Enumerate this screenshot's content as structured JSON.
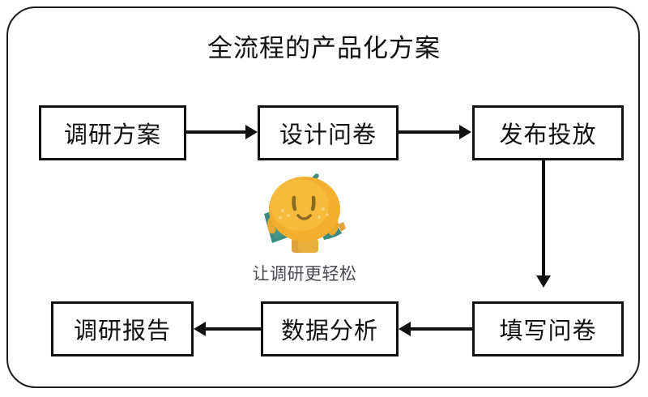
{
  "diagram": {
    "title": "全流程的产品化方案",
    "nodes": [
      {
        "id": "node-0",
        "label": "调研方案"
      },
      {
        "id": "node-1",
        "label": "设计问卷"
      },
      {
        "id": "node-2",
        "label": "发布投放"
      },
      {
        "id": "node-3",
        "label": "调研报告"
      },
      {
        "id": "node-4",
        "label": "数据分析"
      },
      {
        "id": "node-5",
        "label": "填写问卷"
      }
    ],
    "connectors": [
      {
        "from": "调研方案",
        "to": "设计问卷",
        "direction": "right"
      },
      {
        "from": "设计问卷",
        "to": "发布投放",
        "direction": "right"
      },
      {
        "from": "发布投放",
        "to": "填写问卷",
        "direction": "down"
      },
      {
        "from": "填写问卷",
        "to": "数据分析",
        "direction": "left"
      },
      {
        "from": "数据分析",
        "to": "调研报告",
        "direction": "left"
      }
    ]
  },
  "logo": {
    "icon_name": "orange-mascot-icon",
    "caption": "让调研更轻松"
  },
  "colors": {
    "frame_border": "#1c1c1c",
    "node_border": "#111111",
    "title_text": "#111111",
    "caption_text": "#4a4a52",
    "mascot_body": "#F2B02E",
    "mascot_body_light": "#F8C44A",
    "mascot_limbs": "#E0A23A",
    "mascot_leaf": "#3D8C82",
    "mascot_accessory": "#3D8C82",
    "background": "#ffffff"
  }
}
